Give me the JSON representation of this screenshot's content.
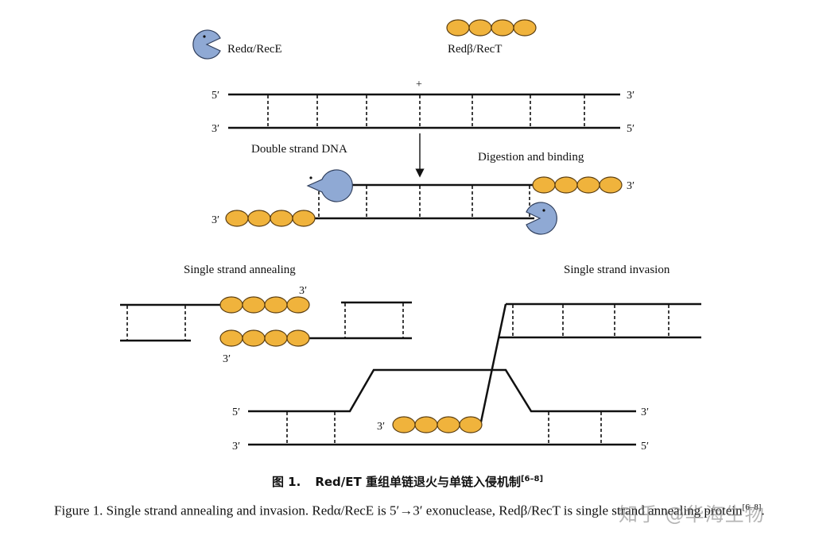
{
  "legend": {
    "reda_label": "Redα/RecE",
    "redb_label": "Redβ/RecT"
  },
  "labels": {
    "five_prime": "5′",
    "three_prime": "3′",
    "plus": "+",
    "double_strand": "Double strand DNA",
    "digestion": "Digestion and binding",
    "annealing": "Single strand annealing",
    "invasion": "Single strand invasion"
  },
  "caption_cn": {
    "figure_no": "图 1.",
    "title": "Red/ET 重组单链退火与单链入侵机制",
    "ref": "[6–8]"
  },
  "caption_en": {
    "text": "Figure 1.   Single strand annealing and invasion. Redα/RecE is 5′→3′ exonuclease, Redβ/RecT is single strand annealing protein",
    "ref": "[6–8]",
    "end": "."
  },
  "watermark": "知乎 @华海生物",
  "colors": {
    "pacman": "#8fa9d4",
    "pacman_stroke": "#2f3e5c",
    "bead": "#f0b33c",
    "bead_stroke": "#5a3d10",
    "line": "#111111"
  }
}
